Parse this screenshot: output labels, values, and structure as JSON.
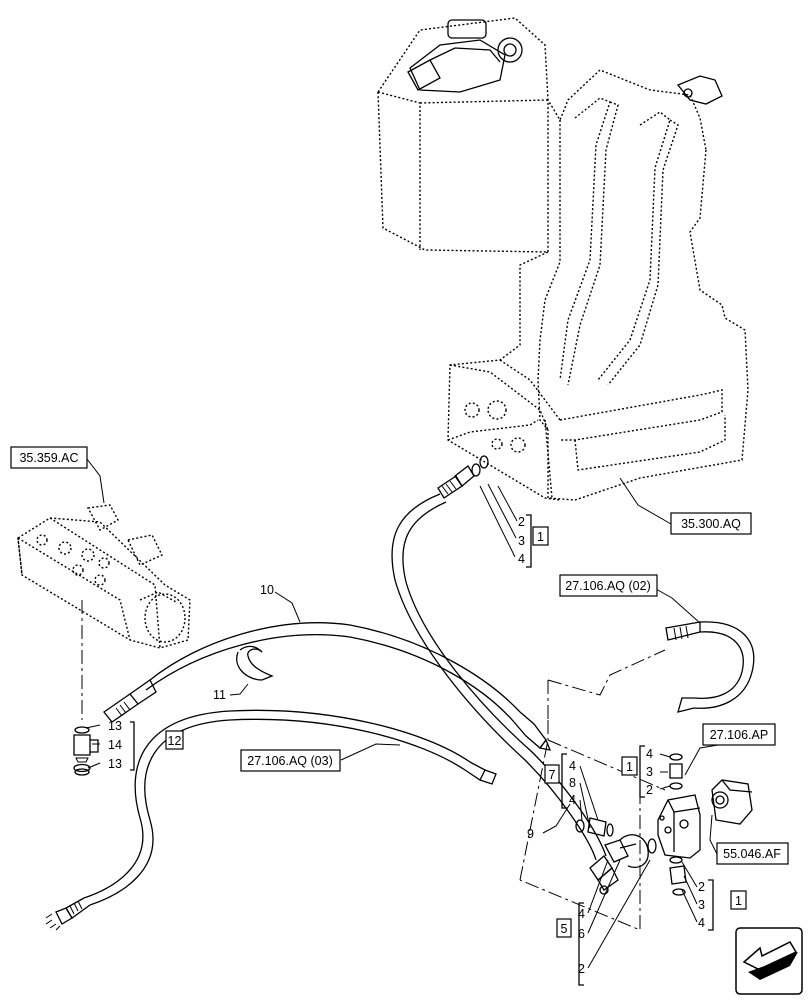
{
  "references": {
    "ref_35_359_ac": "35.359.AC",
    "ref_35_300_aq": "35.300.AQ",
    "ref_27_106_aq_02": "27.106.AQ (02)",
    "ref_27_106_aq_03": "27.106.AQ (03)",
    "ref_27_106_ap": "27.106.AP",
    "ref_55_046_af": "55.046.AF"
  },
  "callouts": {
    "c10": "10",
    "c11": "11",
    "c9": "9",
    "g12_box": "12",
    "g12_a": "13",
    "g12_b": "14",
    "g12_c": "13",
    "g1a_box": "1",
    "g1a_a": "2",
    "g1a_b": "3",
    "g1a_c": "4",
    "g7_box": "7",
    "g7_a": "4",
    "g7_b": "8",
    "g7_c": "4",
    "g5_box": "5",
    "g5_a": "4",
    "g5_b": "6",
    "g5_c": "2",
    "g1b_box": "1",
    "g1b_a": "4",
    "g1b_b": "3",
    "g1b_c": "2",
    "g1c_box": "1",
    "g1c_a": "2",
    "g1c_b": "3",
    "g1c_c": "4"
  },
  "icons": {
    "navigation": "arrow-icon"
  }
}
